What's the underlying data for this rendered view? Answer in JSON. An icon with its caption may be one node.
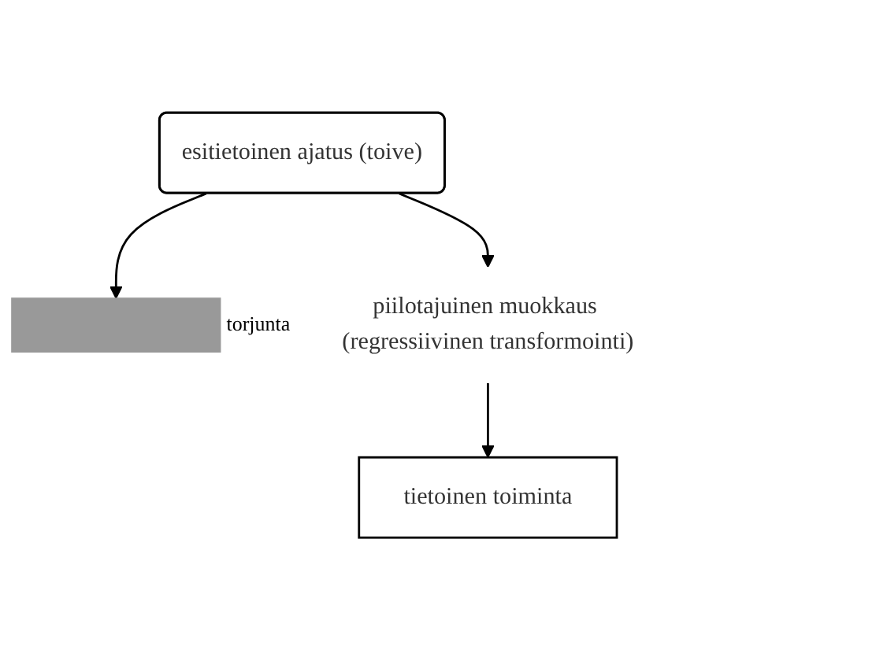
{
  "diagram": {
    "nodes": [
      {
        "text": [
          "tietoinen toiminta"
        ]
      },
      {
        "text": [],
        "shape": "bar",
        "beside": [
          "torjunta"
        ]
      },
      {
        "text": [
          "esitietoinen ajatus (toive)"
        ]
      },
      {
        "text": [
          "piilotajuinen muokkaus (regressiivinen transformointi)"
        ]
      }
    ],
    "edges": [
      {
        "from": 2,
        "to": 1,
        "arrow": "to"
      },
      {
        "from": 2,
        "to": 3,
        "arrow": "to"
      },
      {
        "from": 3,
        "to": 0,
        "arrow": "to"
      }
    ]
  }
}
